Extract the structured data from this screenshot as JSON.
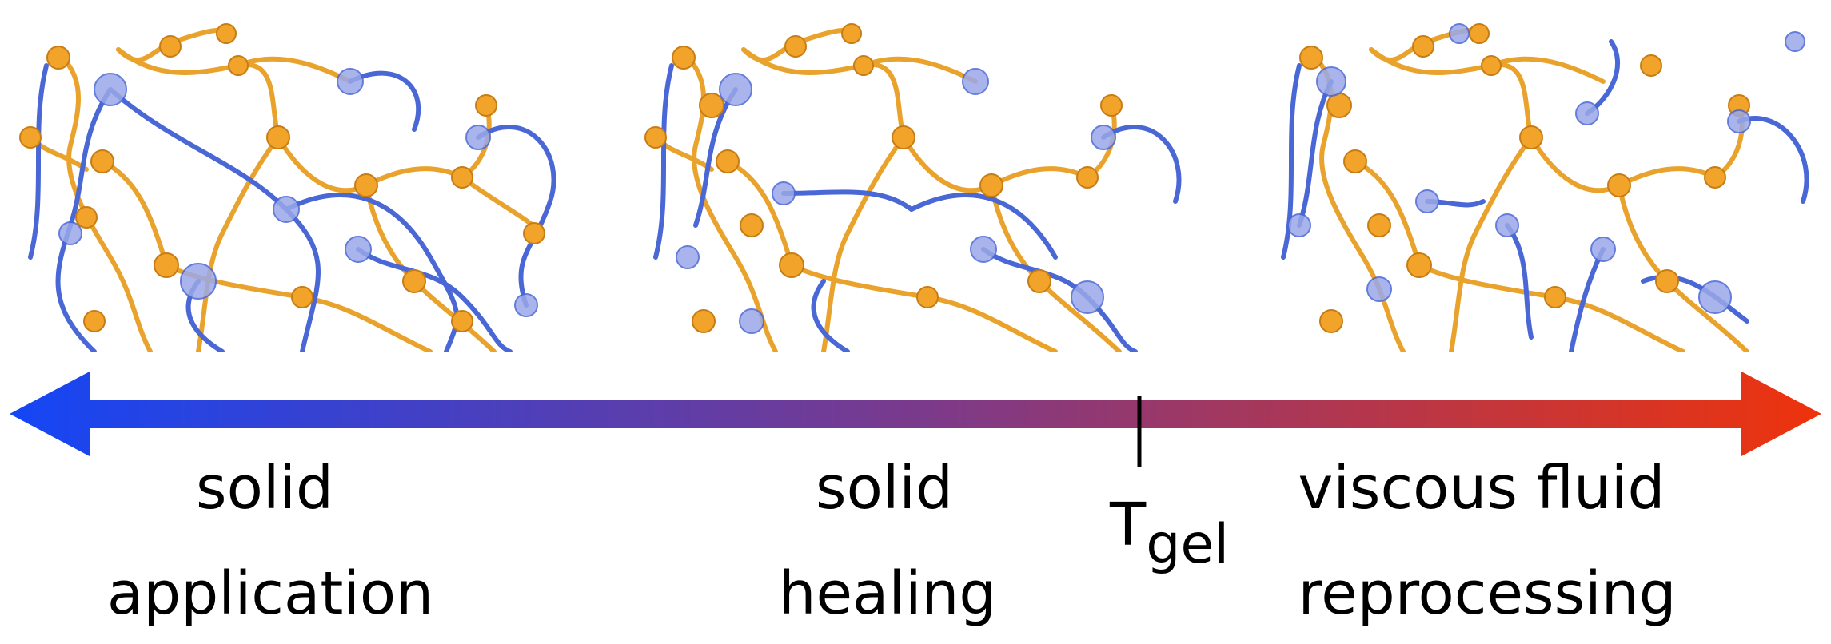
{
  "colors": {
    "arrow_start": "#1446f5",
    "arrow_mid": "#7a3a8c",
    "arrow_end": "#ee330c",
    "crosslink_orange": "#f0a82a",
    "dynamic_blue": "#4f6fd8"
  },
  "columns": [
    {
      "state": "solid",
      "process": "application"
    },
    {
      "state": "solid",
      "process": "healing"
    },
    {
      "state": "viscous fluid",
      "process": "reprocessing"
    }
  ],
  "marker": {
    "symbol": "T",
    "subscript": "gel"
  }
}
